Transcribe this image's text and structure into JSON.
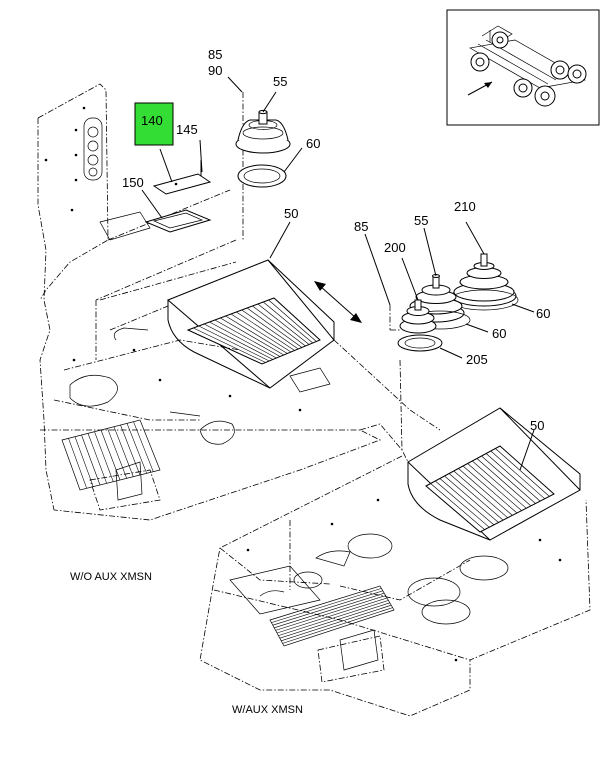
{
  "callouts": {
    "c85a": "85",
    "c90": "90",
    "c55a": "55",
    "c140": "140",
    "c145": "145",
    "c60a": "60",
    "c150": "150",
    "c50a": "50",
    "c85b": "85",
    "c55b": "55",
    "c210": "210",
    "c200": "200",
    "c60b": "60",
    "c60c": "60",
    "c205": "205",
    "c50b": "50"
  },
  "captions": {
    "without_aux": "W/O AUX XMSN",
    "with_aux": "W/AUX XMSN"
  },
  "colors": {
    "highlight": "#33dd33",
    "line": "#000000"
  }
}
